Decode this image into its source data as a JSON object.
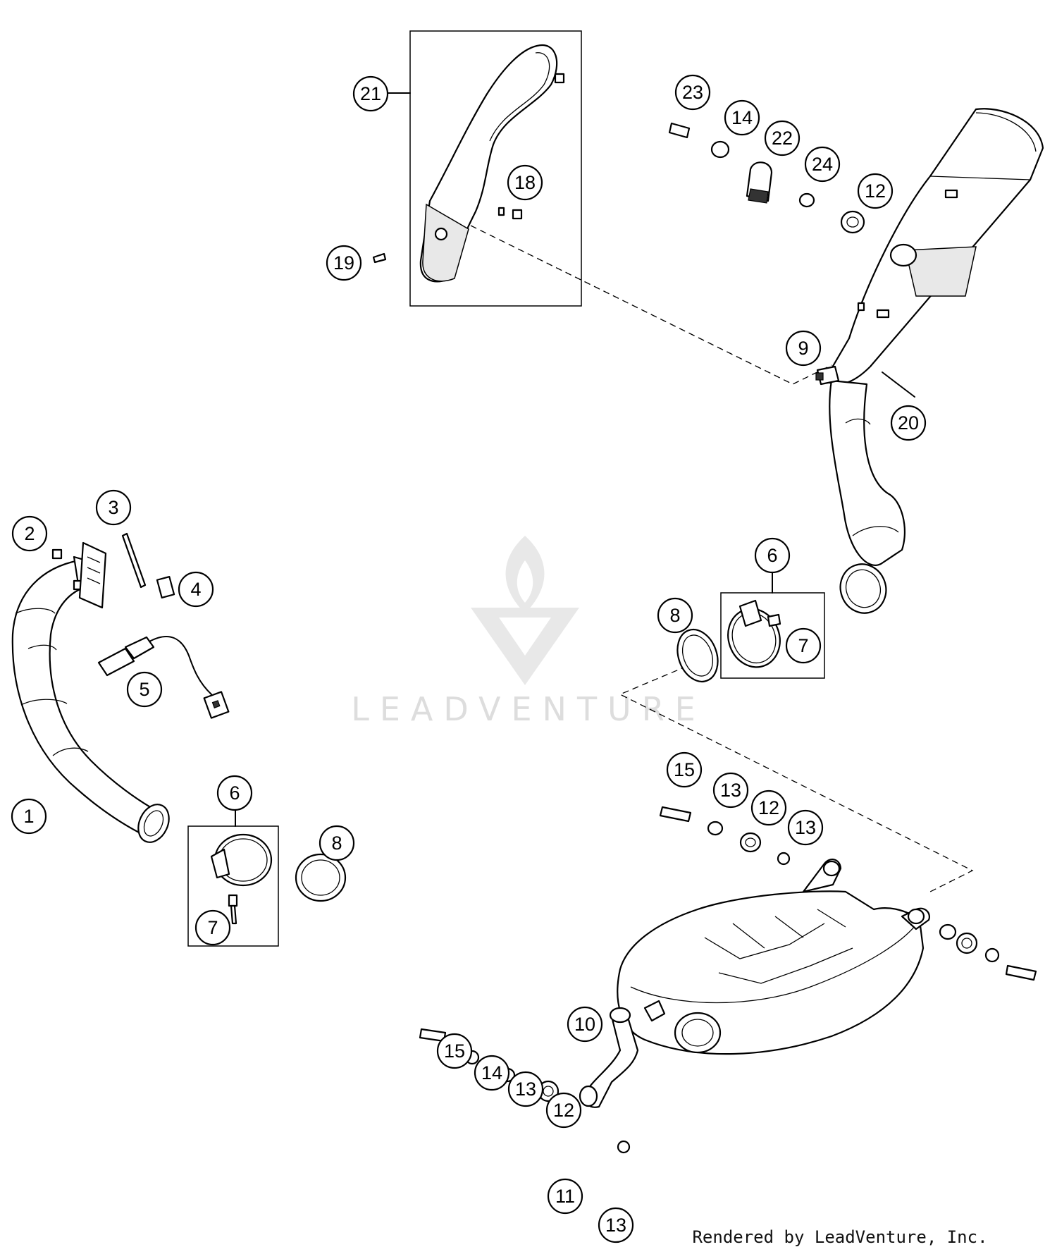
{
  "watermark": {
    "brand": "LEADVENTURE"
  },
  "footer": {
    "credit": "Rendered by LeadVenture, Inc."
  },
  "callouts": {
    "c1": "1",
    "c2": "2",
    "c3": "3",
    "c4": "4",
    "c5": "5",
    "c6a": "6",
    "c6b": "6",
    "c7a": "7",
    "c7b": "7",
    "c8a": "8",
    "c8b": "8",
    "c9": "9",
    "c10": "10",
    "c11": "11",
    "c12a": "12",
    "c12b": "12",
    "c12c": "12",
    "c13a": "13",
    "c13b": "13",
    "c13c": "13",
    "c13d": "13",
    "c14a": "14",
    "c14b": "14",
    "c15a": "15",
    "c15b": "15",
    "c18": "18",
    "c19": "19",
    "c20": "20",
    "c21": "21",
    "c22": "22",
    "c23": "23",
    "c24": "24"
  }
}
